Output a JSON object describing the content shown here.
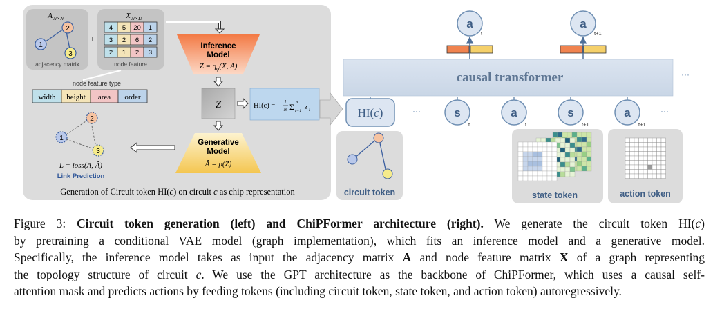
{
  "left_panel": {
    "adjacency_title": "A",
    "adjacency_sub": "N×N",
    "adjacency_label": "adjacency matrix",
    "feature_title": "X",
    "feature_sub": "N×D",
    "feature_label": "node feature",
    "plus": "+",
    "nodes": [
      "1",
      "2",
      "3"
    ],
    "matrix": [
      [
        "4",
        "5",
        "20",
        "1"
      ],
      [
        "3",
        "2",
        "6",
        "2"
      ],
      [
        "2",
        "1",
        "2",
        "3"
      ]
    ],
    "feature_type_label": "node feature type",
    "feature_types": [
      "width",
      "height",
      "area",
      "order"
    ],
    "inference_title": "Inference",
    "inference_title2": "Model",
    "inference_formula": "Z = q",
    "inference_sub": "ϕ",
    "inference_args": "(X, A)",
    "z_label": "Z",
    "hi_formula_lhs": "HI(c) = ",
    "hi_formula_rhs": "Σ",
    "hi_formula_frac_num": "1",
    "hi_formula_frac_den": "N",
    "hi_formula_sum_top": "N",
    "hi_formula_sum_bot": "i=1",
    "hi_formula_z": "z",
    "hi_formula_zi": "i",
    "generative_title": "Generative",
    "generative_title2": "Model",
    "generative_formula": "Â = p(Z)",
    "loss_formula": "L = loss(A, Â)",
    "link_prediction": "Link Prediction",
    "panel_caption_pre": "Generation of Circuit token HI(",
    "panel_caption_c": "c",
    "panel_caption_mid": ") on circuit ",
    "panel_caption_c2": "c",
    "panel_caption_post": " as chip representation"
  },
  "right_panel": {
    "transformer_label": "causal transformer",
    "hi_token": "HI(",
    "hi_token_c": "c",
    "hi_token_close": ")",
    "ellipsis": "···",
    "tokens": [
      {
        "letter": "s",
        "sub": "t"
      },
      {
        "letter": "a",
        "sub": "t"
      },
      {
        "letter": "s",
        "sub": "t+1"
      },
      {
        "letter": "a",
        "sub": "t+1"
      }
    ],
    "outputs": [
      {
        "letter": "a",
        "sub": "t"
      },
      {
        "letter": "a",
        "sub": "t+1"
      }
    ],
    "circuit_token_label": "circuit token",
    "state_token_label": "state token",
    "action_token_label": "action token"
  },
  "caption": {
    "lines": [
      [
        "Figure 3: ",
        "b:Circuit token generation (left) and ChiPFormer architecture (right).",
        " We generate the circuit token HI(",
        "i:c",
        ")"
      ],
      [
        "by pretraining a conditional VAE model (graph implementation), which fits an inference model and a generative model."
      ],
      [
        "Specifically, the inference model takes as input the adjacency matrix ",
        "b:A",
        " and node feature matrix ",
        "b:X",
        " of a graph representing"
      ],
      [
        "the topology structure of circuit ",
        "i:c",
        ". We use the GPT architecture as the backbone of ChiPFormer, which uses a causal self-"
      ],
      [
        "attention mask and predicts actions by feeding tokens (including circuit token, state token, and action token) autoregressively."
      ]
    ]
  },
  "colors": {
    "panel_gray": "#dcdcdc",
    "box_gray": "#c6c6c6",
    "token_blue": "#dde6f2",
    "token_border": "#6f8fb3",
    "inference_orange": "#f58d5d",
    "generative_yellow": "#f5d06a",
    "node_blue": "#b9c8ea",
    "node_orange": "#f6c3a1",
    "node_yellow": "#f6eb8b"
  }
}
